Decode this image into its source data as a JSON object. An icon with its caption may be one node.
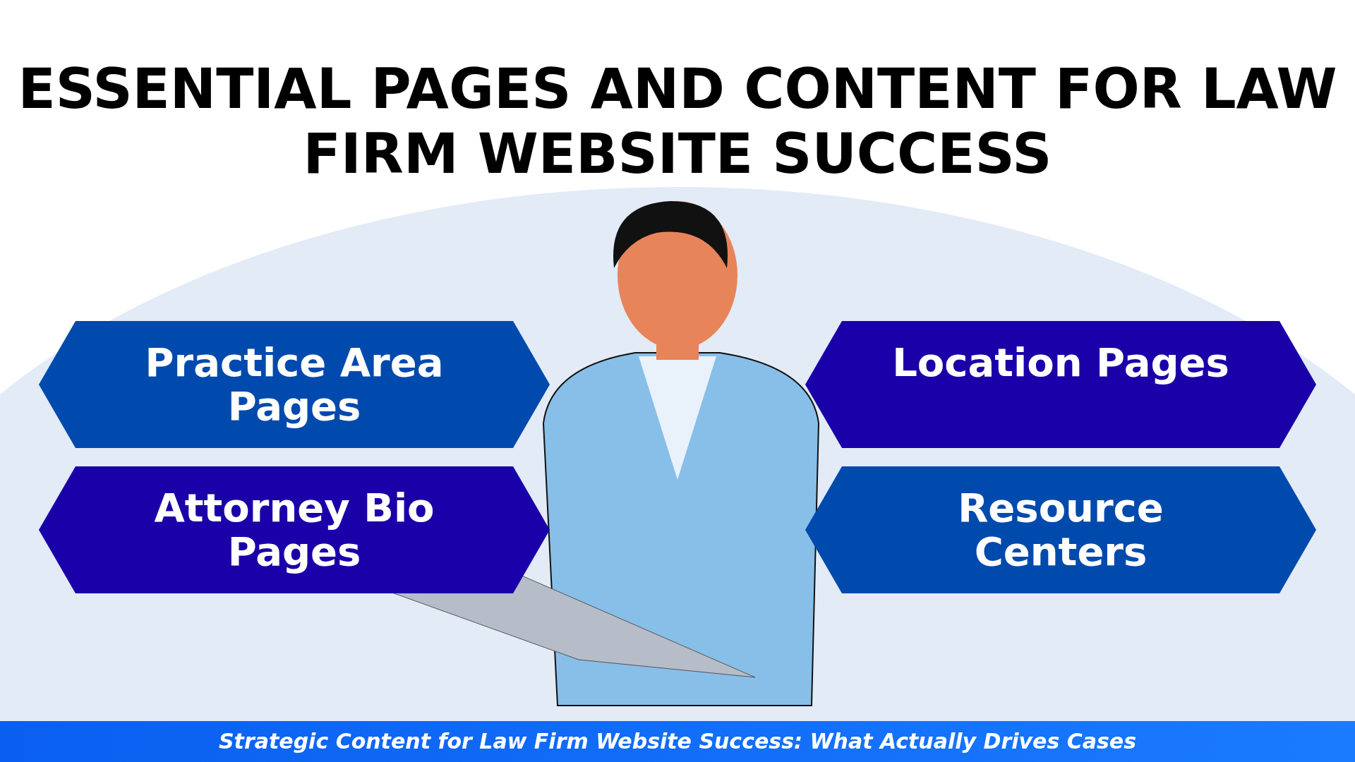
{
  "diagram": {
    "title": "ESSENTIAL PAGES AND CONTENT FOR LAW FIRM WEBSITE SUCCESS",
    "nodes": [
      {
        "text": [
          "Practice Area Pages"
        ]
      },
      {
        "text": [
          "Location Pages"
        ]
      },
      {
        "text": [
          "Attorney Bio Pages"
        ]
      },
      {
        "text": [
          "Resource Centers"
        ]
      }
    ],
    "edges": [],
    "caption": "Strategic Content for Law Firm Website Success: What Actually Drives Cases"
  }
}
